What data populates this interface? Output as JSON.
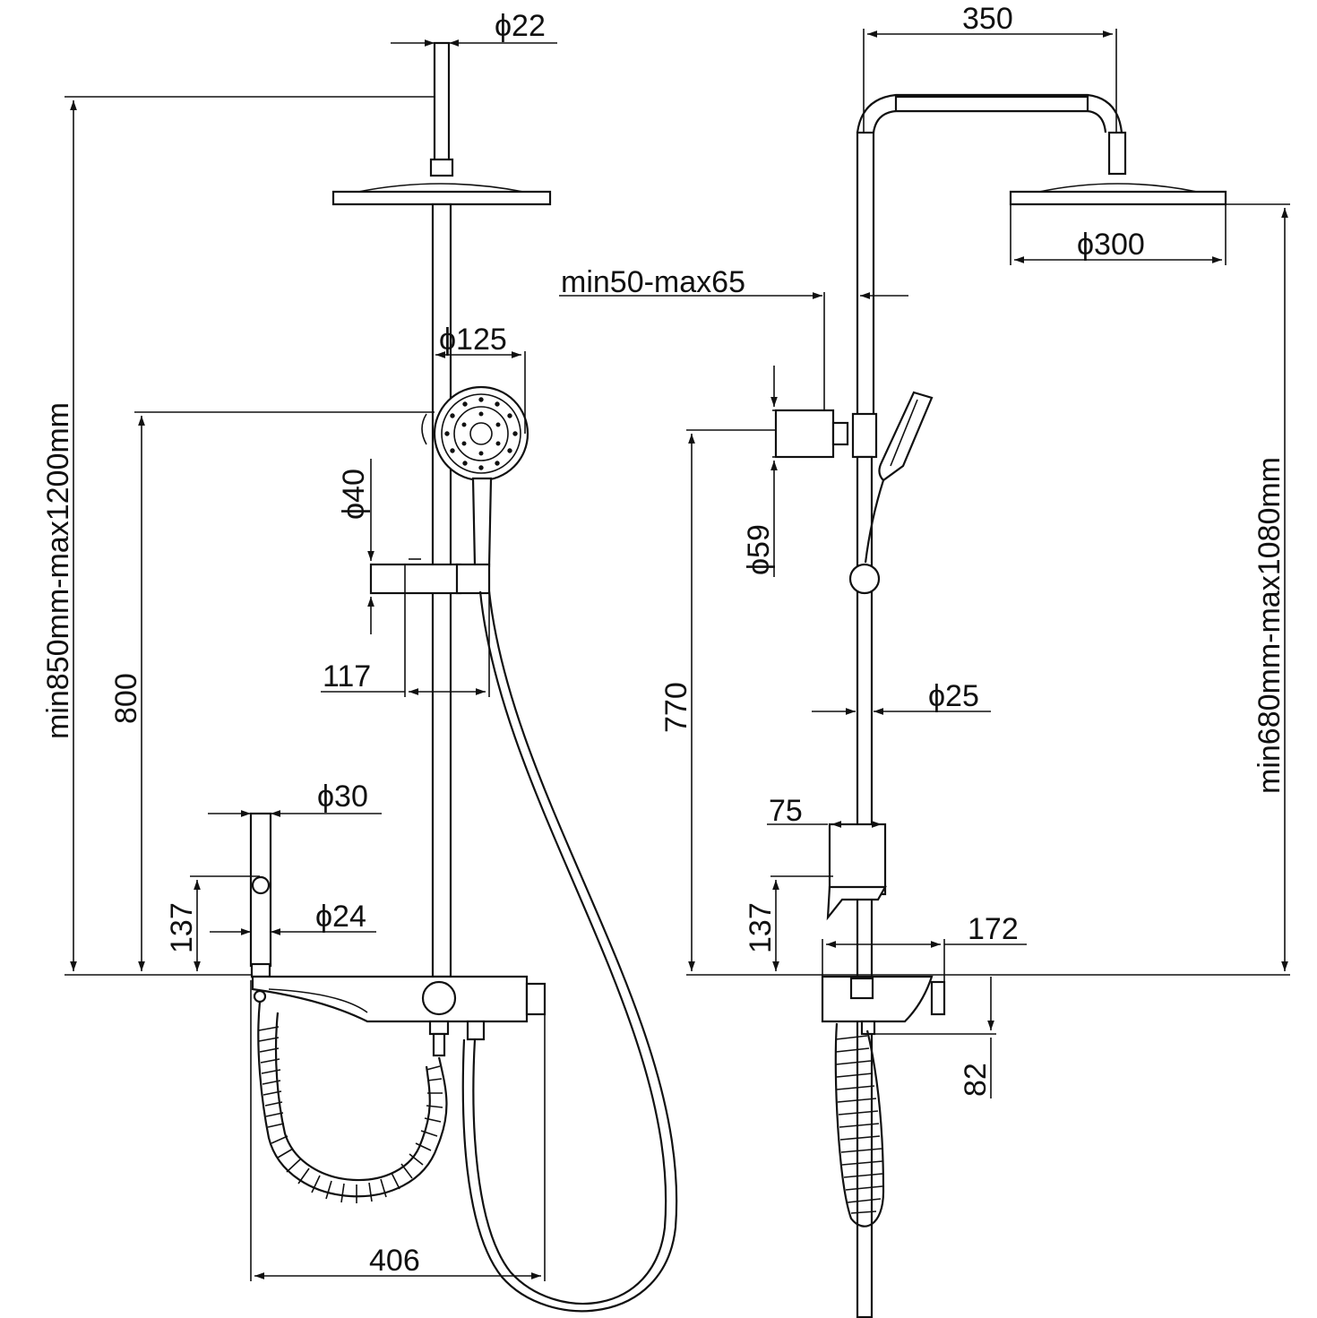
{
  "front_view": {
    "dimensions": {
      "arm_diameter": "ϕ22",
      "overall_height": "min850mm-max1200mm",
      "handshower_diameter": "ϕ125",
      "holder_diameter": "ϕ40",
      "holder_height_from_tray": "800",
      "holder_projection": "117",
      "spout_diameter": "ϕ30",
      "spout_height": "137",
      "spout_outlet_diameter": "ϕ24",
      "mixer_width": "406"
    }
  },
  "side_view": {
    "dimensions": {
      "arm_length": "350",
      "head_diameter": "ϕ300",
      "wall_distance": "min50-max65",
      "bracket_diameter": "ϕ59",
      "bracket_height": "770",
      "riser_diameter": "ϕ25",
      "overall_height": "min680mm-max1080mm",
      "holder_width": "75",
      "holder_height": "137",
      "mixer_depth": "172",
      "mixer_height": "82"
    }
  },
  "colors": {
    "line": "#111111",
    "background": "#ffffff"
  }
}
